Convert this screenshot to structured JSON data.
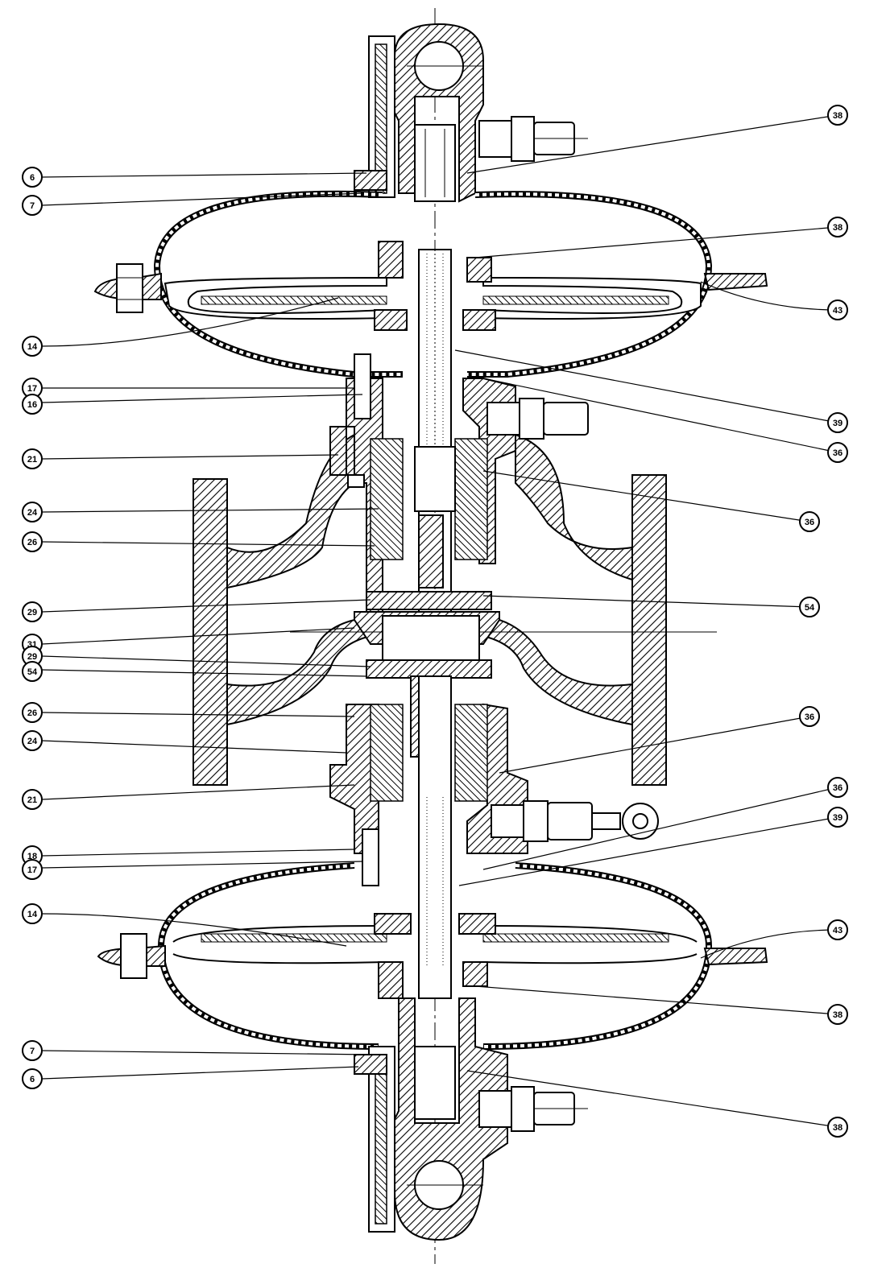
{
  "diagram": {
    "callouts_left": [
      {
        "id": "6",
        "label": "6"
      },
      {
        "id": "7",
        "label": "7"
      },
      {
        "id": "14",
        "label": "14"
      },
      {
        "id": "17",
        "label": "17"
      },
      {
        "id": "16",
        "label": "16"
      },
      {
        "id": "21",
        "label": "21"
      },
      {
        "id": "24",
        "label": "24"
      },
      {
        "id": "26",
        "label": "26"
      },
      {
        "id": "29",
        "label": "29"
      },
      {
        "id": "31",
        "label": "31"
      },
      {
        "id": "29b",
        "label": "29"
      },
      {
        "id": "54b",
        "label": "54"
      },
      {
        "id": "26b",
        "label": "26"
      },
      {
        "id": "24b",
        "label": "24"
      },
      {
        "id": "21b",
        "label": "21"
      },
      {
        "id": "18",
        "label": "18"
      },
      {
        "id": "17b",
        "label": "17"
      },
      {
        "id": "14b",
        "label": "14"
      },
      {
        "id": "7b",
        "label": "7"
      },
      {
        "id": "6b",
        "label": "6"
      }
    ],
    "callouts_right": [
      {
        "id": "38a",
        "label": "38"
      },
      {
        "id": "38b",
        "label": "38"
      },
      {
        "id": "43",
        "label": "43"
      },
      {
        "id": "39",
        "label": "39"
      },
      {
        "id": "36a",
        "label": "36"
      },
      {
        "id": "36b",
        "label": "36"
      },
      {
        "id": "54",
        "label": "54"
      },
      {
        "id": "36c",
        "label": "36"
      },
      {
        "id": "36d",
        "label": "36"
      },
      {
        "id": "39b",
        "label": "39"
      },
      {
        "id": "43b",
        "label": "43"
      },
      {
        "id": "38c",
        "label": "38"
      },
      {
        "id": "38d",
        "label": "38"
      }
    ]
  }
}
